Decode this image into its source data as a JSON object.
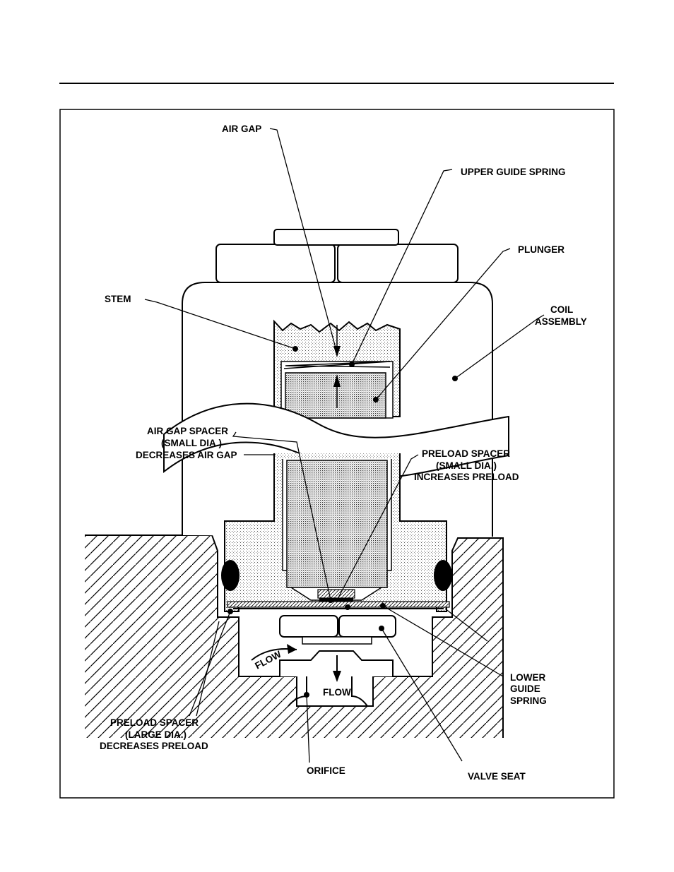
{
  "labels": {
    "air_gap": "AIR GAP",
    "upper_guide_spring": "UPPER GUIDE SPRING",
    "plunger": "PLUNGER",
    "stem": "STEM",
    "coil_assembly_l1": "COIL",
    "coil_assembly_l2": "ASSEMBLY",
    "air_gap_spacer_l1": "AIR GAP SPACER",
    "air_gap_spacer_l2": "(SMALL DIA.)",
    "air_gap_spacer_l3": "DECREASES AIR GAP",
    "preload_small_l1": "PRELOAD SPACER",
    "preload_small_l2": "(SMALL DIA.)",
    "preload_small_l3": "INCREASES PRELOAD",
    "lower_guide_spring_l1": "LOWER",
    "lower_guide_spring_l2": "GUIDE",
    "lower_guide_spring_l3": "SPRING",
    "preload_large_l1": "PRELOAD SPACER",
    "preload_large_l2": "(LARGE DIA.)",
    "preload_large_l3": "DECREASES PRELOAD",
    "orifice": "ORIFICE",
    "valve_seat": "VALVE SEAT",
    "flow_inlet": "FLOW",
    "flow_outlet": "FLOW"
  },
  "colors": {
    "ink": "#000000",
    "paper": "#ffffff",
    "stipple": "#9a9a9a"
  }
}
